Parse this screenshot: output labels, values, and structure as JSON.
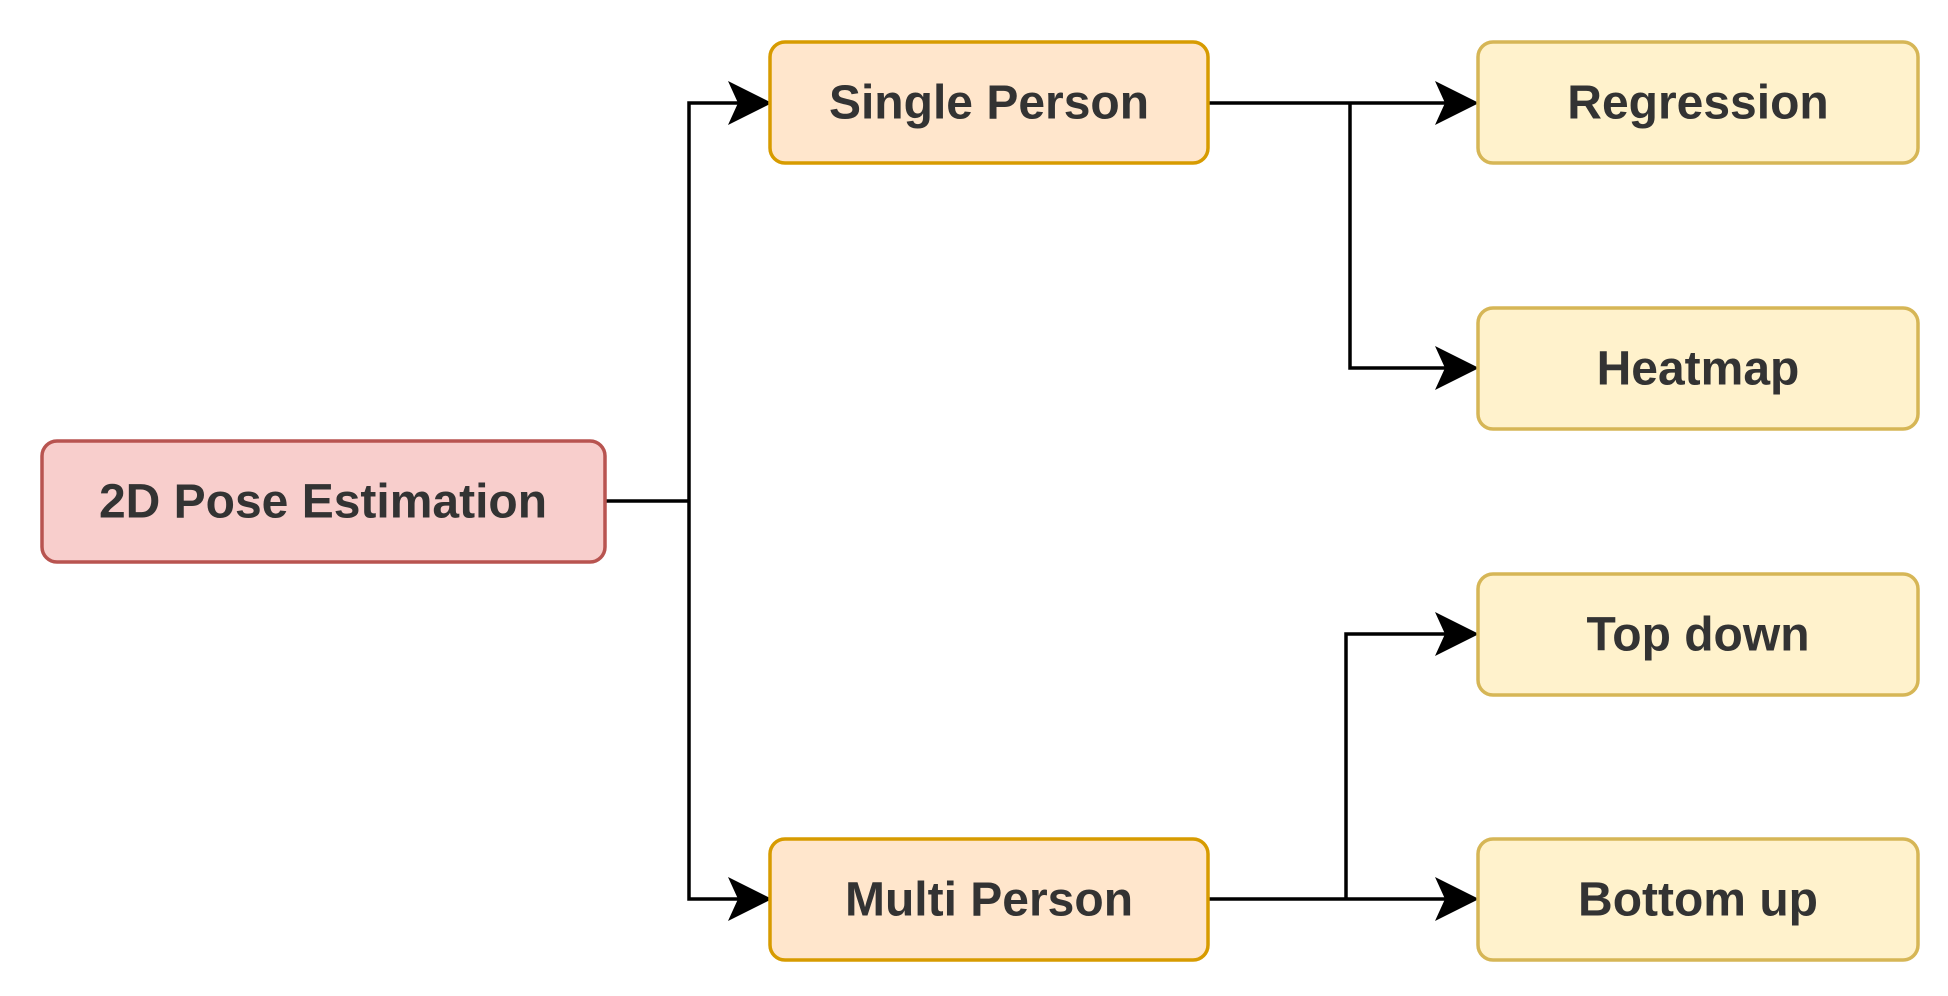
{
  "colors": {
    "root_fill": "#f8cecc",
    "root_stroke": "#b85450",
    "mid_fill": "#ffe6cc",
    "mid_stroke": "#d79b00",
    "leaf_fill": "#fff2cc",
    "leaf_stroke": "#d6b656",
    "connector": "#000000",
    "text": "#333333"
  },
  "nodes": {
    "root": {
      "label": "2D Pose Estimation"
    },
    "single": {
      "label": "Single Person"
    },
    "multi": {
      "label": "Multi Person"
    },
    "regression": {
      "label": "Regression"
    },
    "heatmap": {
      "label": "Heatmap"
    },
    "topdown": {
      "label": "Top down"
    },
    "bottomup": {
      "label": "Bottom up"
    }
  },
  "edges": [
    {
      "from": "2D Pose Estimation",
      "to": "Single Person"
    },
    {
      "from": "2D Pose Estimation",
      "to": "Multi Person"
    },
    {
      "from": "Single Person",
      "to": "Regression"
    },
    {
      "from": "Single Person",
      "to": "Heatmap"
    },
    {
      "from": "Multi Person",
      "to": "Top down"
    },
    {
      "from": "Multi Person",
      "to": "Bottom up"
    }
  ]
}
